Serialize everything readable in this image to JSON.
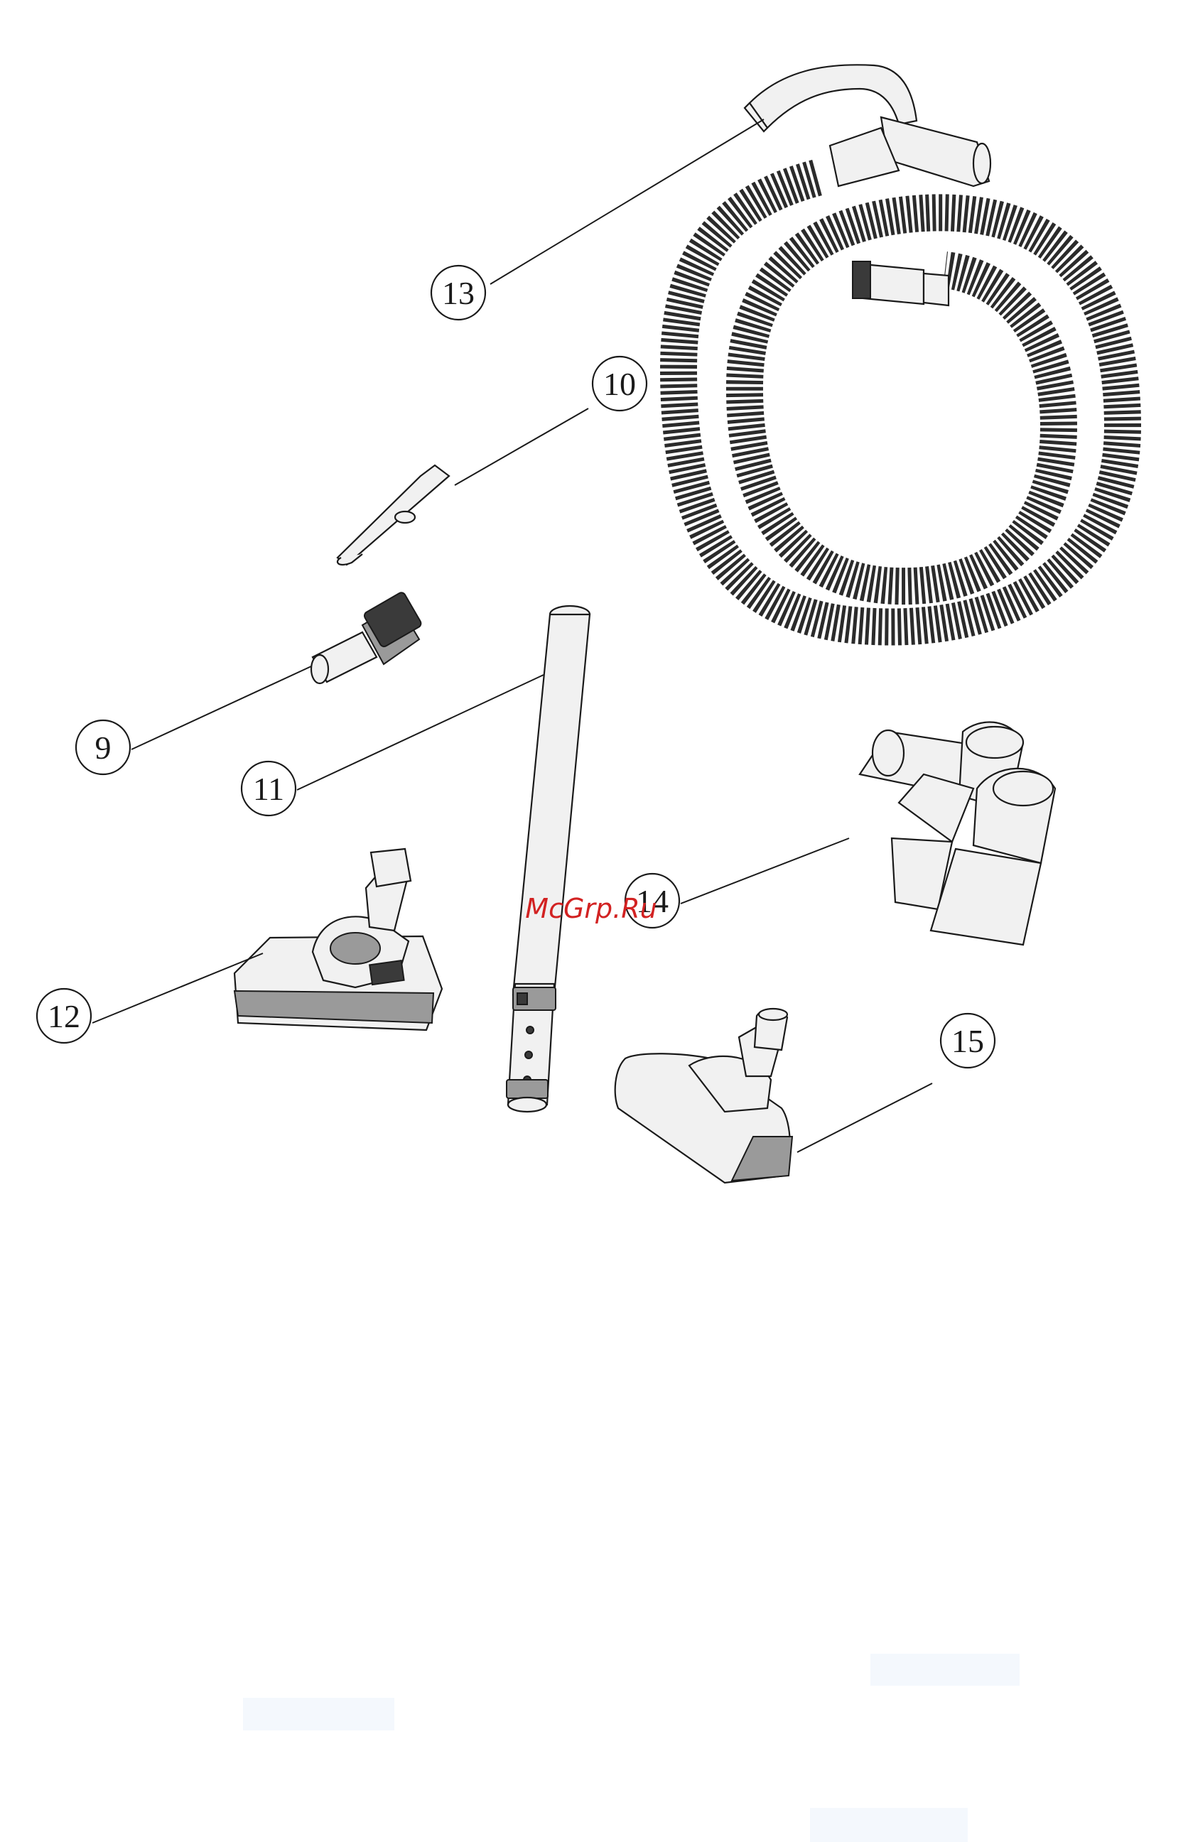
{
  "callouts": {
    "c9": "9",
    "c10": "10",
    "c11": "11",
    "c12": "12",
    "c13": "13",
    "c14": "14",
    "c15": "15"
  },
  "watermark": "McGrp.Ru",
  "parts": {
    "p9": "small-brush-icon",
    "p10": "crevice-nozzle-icon",
    "p11": "telescopic-tube-icon",
    "p12": "floor-brush-icon",
    "p13": "hose-with-handle-icon",
    "p14": "nozzle-holder-icon",
    "p15": "parquet-brush-icon"
  }
}
